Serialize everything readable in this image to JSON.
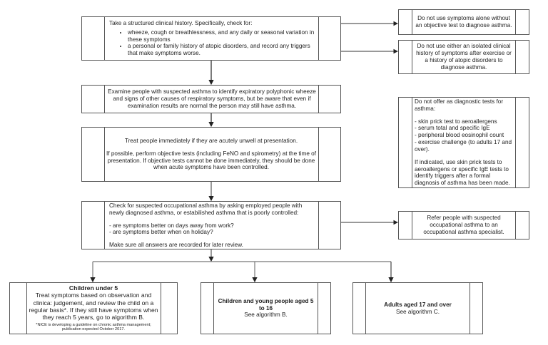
{
  "main_flow": {
    "history": {
      "intro": "Take a structured clinical history. Specifically, check for:",
      "bullets": [
        "wheeze, cough or breathlessness, and any daily or seasonal variation in these symptoms",
        "a personal or family history of atopic disorders, and record any triggers that make symptoms worse."
      ]
    },
    "examine": "Examine people with suspected asthma to identify expiratory polyphonic wheeze and signs of other causes of respiratory symptoms, but be aware that even if examination results are normal the person may still have asthma.",
    "treat": {
      "p1": "Treat people immediately if they are acutely unwell at presentation.",
      "p2": "If possible, perform objective tests (including FeNO and spirometry) at the time of presentation. If objective tests cannot be done immediately, they should be done when acute symptoms have been controlled."
    },
    "occupational": {
      "intro": "Check for suspected occupational asthma by asking employed people with newly diagnosed asthma, or estabilished asthma that is poorly controlled:",
      "q1": "- are symptoms better on days away from work?",
      "q2": "- are symptoms better when on holiday?",
      "outro": "Make sure all answers are recorded for later review."
    }
  },
  "side_notes": {
    "symptoms_alone": "Do not use symptoms alone without an objective test to diagnose asthma.",
    "isolated_history": "Do not use either an isolated clinical history of symptoms after exercise or a history of atopic disorders to diagnose asthma.",
    "tests": {
      "intro": "Do not offer as diagnostic tests for asthma:",
      "items": [
        "- skin prick test to aeroallergens",
        "- serum total and specific IgE",
        "- peripheral blood eosinophil count",
        "- exercise challenge (to adults 17 and over)."
      ],
      "outro": "If indicated, use skin prick tests to aeroallergens or specific IgE tests to identify triggers after a formal diagnosis of asthma has been made."
    },
    "refer": "Refer people with suspected occupational asthma to an occupational asthma specialist."
  },
  "outcomes": {
    "under5": {
      "title": "Children under 5",
      "body": "Treat symptoms based on observation and clinica: judgement, and review the child on a regular basis*. If they still have symptoms when they reach 5 years, go to algorithm B.",
      "footnote": "*NICE is developing a guideline on chronic asthma management; publication expected October 2017."
    },
    "5to16": {
      "title": "Children and young people aged 5 to 16",
      "body": "See algorithm B."
    },
    "adults": {
      "title": "Adults aged 17 and over",
      "body": "See algorithm C."
    }
  }
}
